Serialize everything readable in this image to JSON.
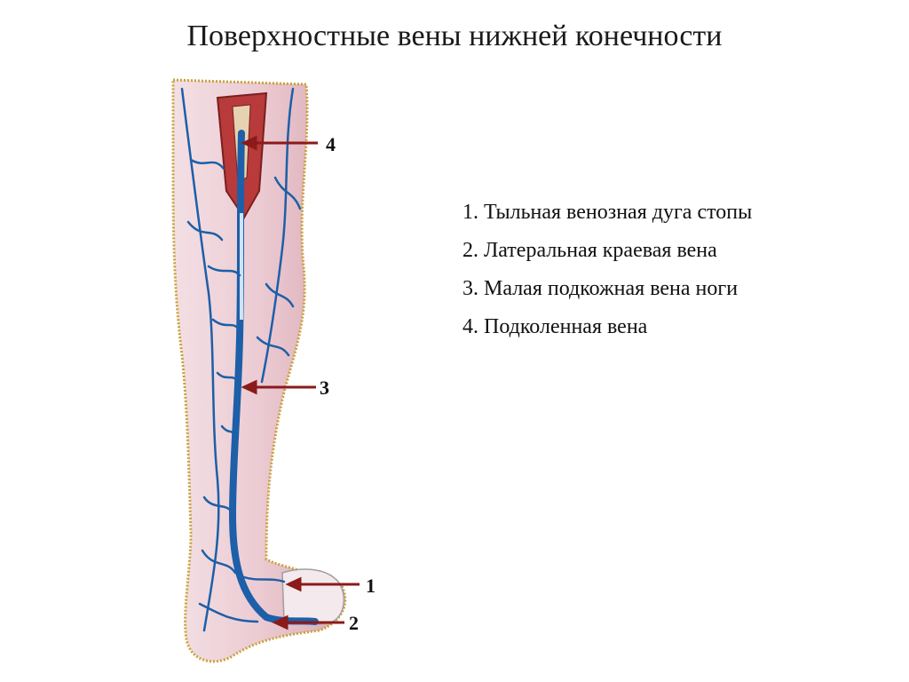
{
  "title": "Поверхностные вены нижней конечности",
  "markers": [
    "4",
    "3",
    "1",
    "2"
  ],
  "legend": [
    "1. Тыльная венозная дуга стопы",
    "2.  Латеральная краевая вена",
    "3.  Малая подкожная вена ноги",
    "4. Подколенная вена"
  ],
  "colors": {
    "skin": "#efd6dc",
    "vein": "#1d5fa8",
    "arrow": "#8b1a1a",
    "muscle": "#b83a3a"
  }
}
